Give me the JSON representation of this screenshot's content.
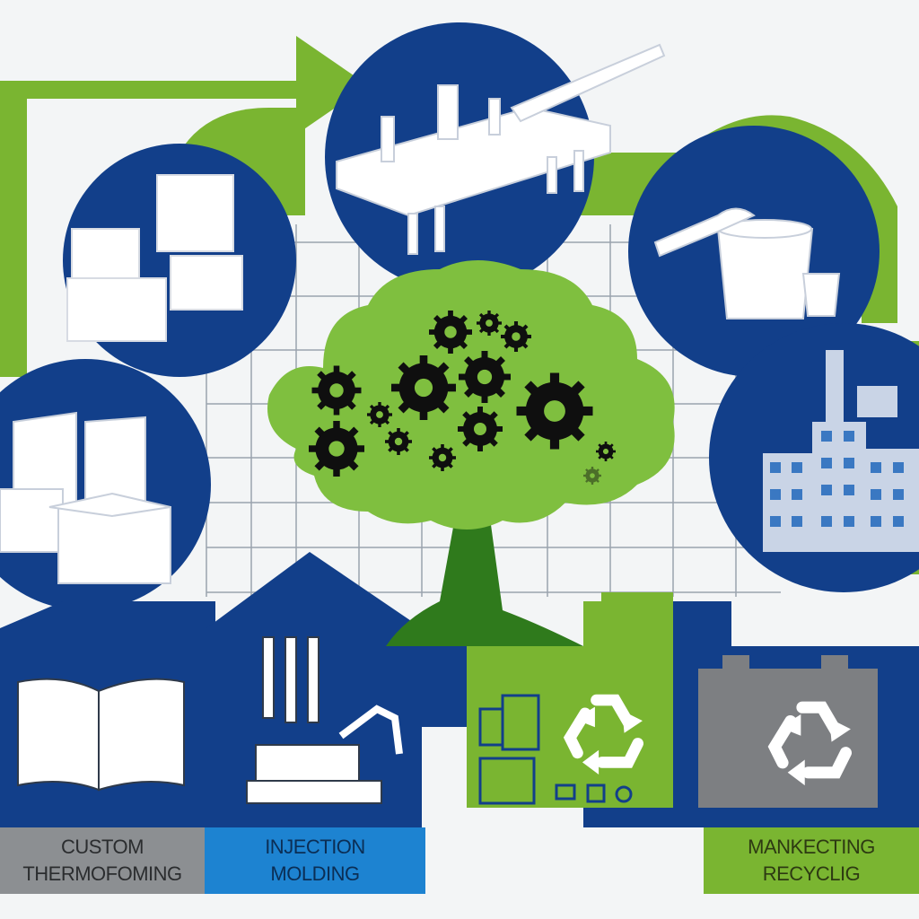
{
  "labels": {
    "thermoforming": {
      "line1": "CUSTOM",
      "line2": "THERMOFOMING"
    },
    "injection": {
      "line1": "INJECTION",
      "line2": "MOLDING"
    },
    "marketing": {
      "line1": "MANKECTING",
      "line2": "RECYCLIG"
    }
  },
  "colors": {
    "navy": "#123f8a",
    "green": "#7ab531",
    "dark_green": "#2f7a1c",
    "tree_canopy": "#7fbf3f",
    "gear": "#0f0f0f",
    "gray_label": "#8c8f92",
    "blue_label": "#1d83d1",
    "factory": "#c9d4e6",
    "bin_gray": "#7d7f82"
  },
  "icons": [
    "gear-icon",
    "recycle-icon",
    "factory-icon",
    "open-book-icon",
    "crate-icon",
    "cup-icon",
    "injection-machine-icon",
    "recycling-bin-icon",
    "devices-icon",
    "arrow-icon",
    "tree-icon"
  ]
}
